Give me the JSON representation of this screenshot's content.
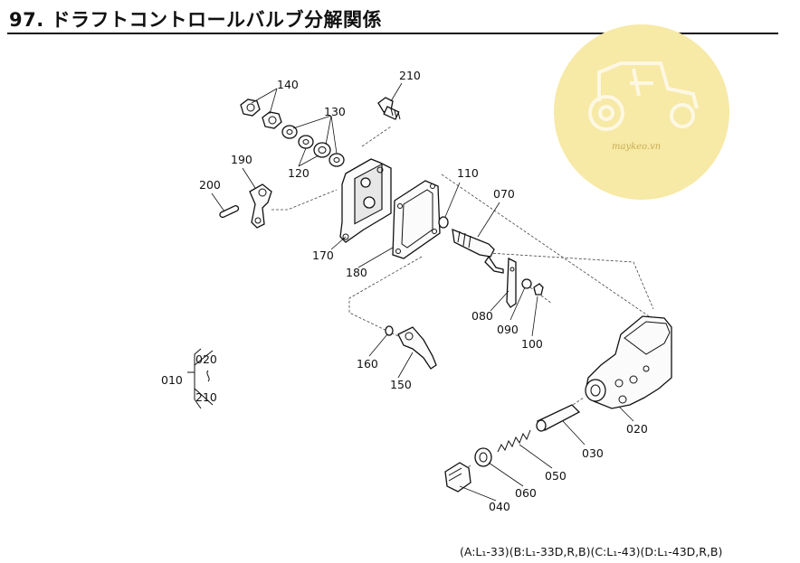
{
  "title": "97. ドラフトコントロールバルブ分解関係",
  "footer": "(A:L₁-33)(B:L₁-33D,R,B)(C:L₁-43)(D:L₁-43D,R,B)",
  "watermark": {
    "text": "maykeo.vn",
    "color": "#f7e9a6"
  },
  "group_index": {
    "main": "010",
    "from": "020",
    "to": "210"
  },
  "parts": {
    "p140": "140",
    "p130": "130",
    "p120": "120",
    "p210": "210",
    "p190": "190",
    "p200": "200",
    "p170": "170",
    "p180": "180",
    "p110": "110",
    "p070": "070",
    "p080": "080",
    "p090": "090",
    "p100": "100",
    "p160": "160",
    "p150": "150",
    "p020": "020",
    "p030": "030",
    "p050": "050",
    "p060": "060",
    "p040": "040"
  }
}
